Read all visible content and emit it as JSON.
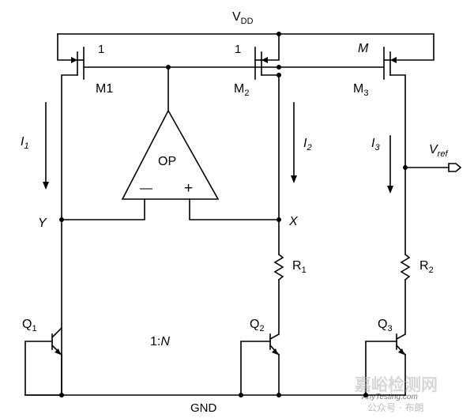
{
  "supply": {
    "label": "V",
    "sub": "DD"
  },
  "ground": {
    "label": "GND"
  },
  "transistors": {
    "m1": {
      "name": "M1",
      "ratio": "1"
    },
    "m2": {
      "name": "M",
      "sub": "2",
      "ratio": "1"
    },
    "m3": {
      "name": "M",
      "sub": "3",
      "ratio": "M"
    },
    "q1": {
      "name": "Q",
      "sub": "1"
    },
    "q2": {
      "name": "Q",
      "sub": "2"
    },
    "q3": {
      "name": "Q",
      "sub": "3"
    },
    "q_ratio": "1:",
    "q_ratio_n": "N"
  },
  "opamp": {
    "label": "OP",
    "minus": "—",
    "plus": "+"
  },
  "currents": {
    "i1": {
      "name": "I",
      "sub": "1"
    },
    "i2": {
      "name": "I",
      "sub": "2"
    },
    "i3": {
      "name": "I",
      "sub": "3"
    }
  },
  "nodes": {
    "y": "Y",
    "x": "X"
  },
  "resistors": {
    "r1": {
      "name": "R",
      "sub": "1"
    },
    "r2": {
      "name": "R",
      "sub": "2"
    }
  },
  "output": {
    "name": "V",
    "sub": "ref"
  },
  "watermark": {
    "main": "嘉峪检测网",
    "url": "AnyTesting.com",
    "wechat": "公众号 · 布朗"
  }
}
